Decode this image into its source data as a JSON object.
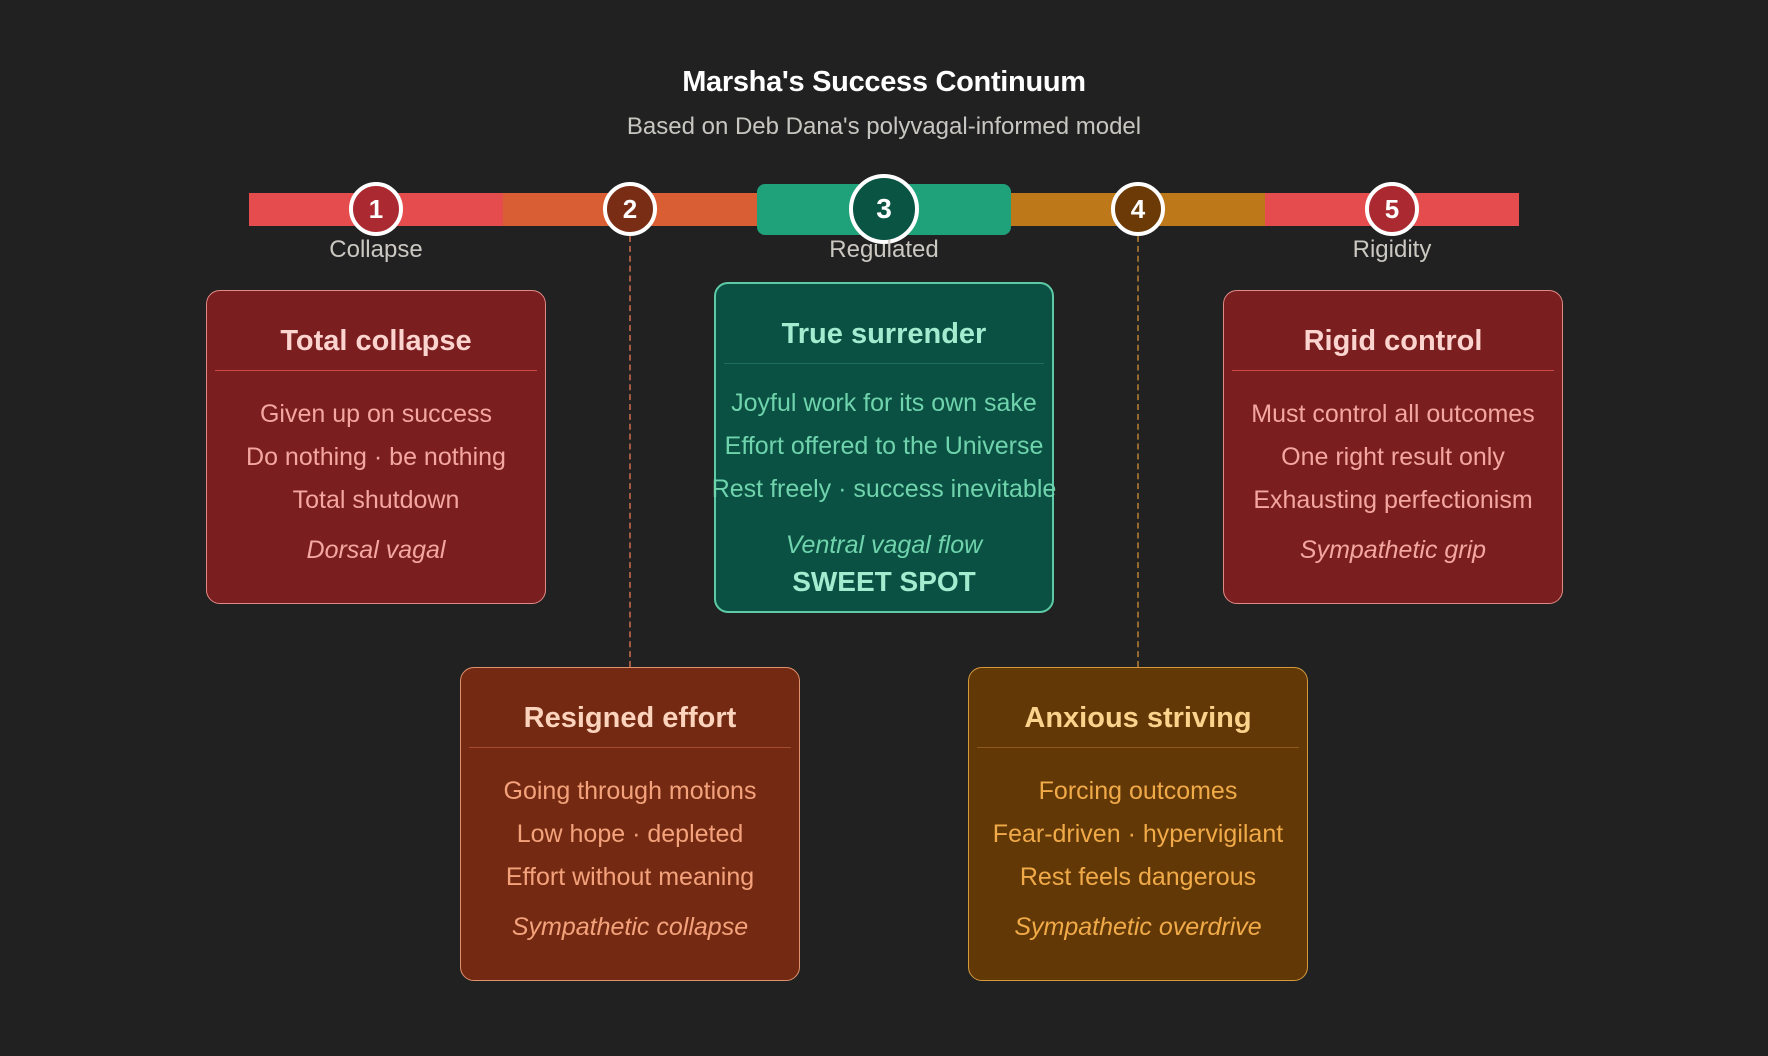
{
  "header": {
    "title": "Marsha's Success Continuum",
    "subtitle": "Based on Deb Dana's polyvagal-informed model"
  },
  "continuum": {
    "segments": [
      {
        "color": "#e44c4e"
      },
      {
        "color": "#d95e33"
      },
      {
        "color": "#1fa27a"
      },
      {
        "color": "#bd7819"
      },
      {
        "color": "#e44c4e"
      }
    ],
    "nodes": [
      {
        "number": "1",
        "label": "Collapse",
        "fill": "#ab2a31"
      },
      {
        "number": "2",
        "label": "",
        "fill": "#7a2d15"
      },
      {
        "number": "3",
        "label": "Regulated",
        "fill": "#0a5444"
      },
      {
        "number": "4",
        "label": "",
        "fill": "#6b3a07"
      },
      {
        "number": "5",
        "label": "Rigidity",
        "fill": "#ab2a31"
      }
    ]
  },
  "cards": [
    {
      "title": "Total collapse",
      "lines": [
        "Given up on success",
        "Do nothing · be nothing",
        "Total shutdown"
      ],
      "subtitle": "Dorsal vagal",
      "bg": "#7a1e1f",
      "border": "#e08a86",
      "text": "#f4a6a0",
      "title_color": "#fcd4cf",
      "rule": "#cf4a46"
    },
    {
      "title": "Resigned effort",
      "lines": [
        "Going through motions",
        "Low hope · depleted",
        "Effort without meaning"
      ],
      "subtitle": "Sympathetic collapse",
      "bg": "#742a12",
      "border": "#e0926c",
      "text": "#f4a27b",
      "title_color": "#fcd3bd",
      "rule": "#a84a2c"
    },
    {
      "title": "True surrender",
      "lines": [
        "Joyful work for its own sake",
        "Effort offered to the Universe",
        "Rest freely · success inevitable"
      ],
      "subtitle": "Ventral vagal flow",
      "badge": "SWEET SPOT",
      "bg": "#0a5143",
      "border": "#5ccba6",
      "text": "#6fd3ac",
      "title_color": "#a3ecd0",
      "rule": "#1d6d5a"
    },
    {
      "title": "Anxious striving",
      "lines": [
        "Forcing outcomes",
        "Fear-driven · hypervigilant",
        "Rest feels dangerous"
      ],
      "subtitle": "Sympathetic overdrive",
      "bg": "#623807",
      "border": "#d49a3c",
      "text": "#f1aa48",
      "title_color": "#fcd38c",
      "rule": "#8f5a1a"
    },
    {
      "title": "Rigid control",
      "lines": [
        "Must control all outcomes",
        "One right result only",
        "Exhausting perfectionism"
      ],
      "subtitle": "Sympathetic grip",
      "bg": "#7a1e1f",
      "border": "#e08a86",
      "text": "#f4a6a0",
      "title_color": "#fcd4cf",
      "rule": "#cf4a46"
    }
  ],
  "connectors": {
    "color_2": "#b9644a",
    "color_4": "#a87633"
  }
}
